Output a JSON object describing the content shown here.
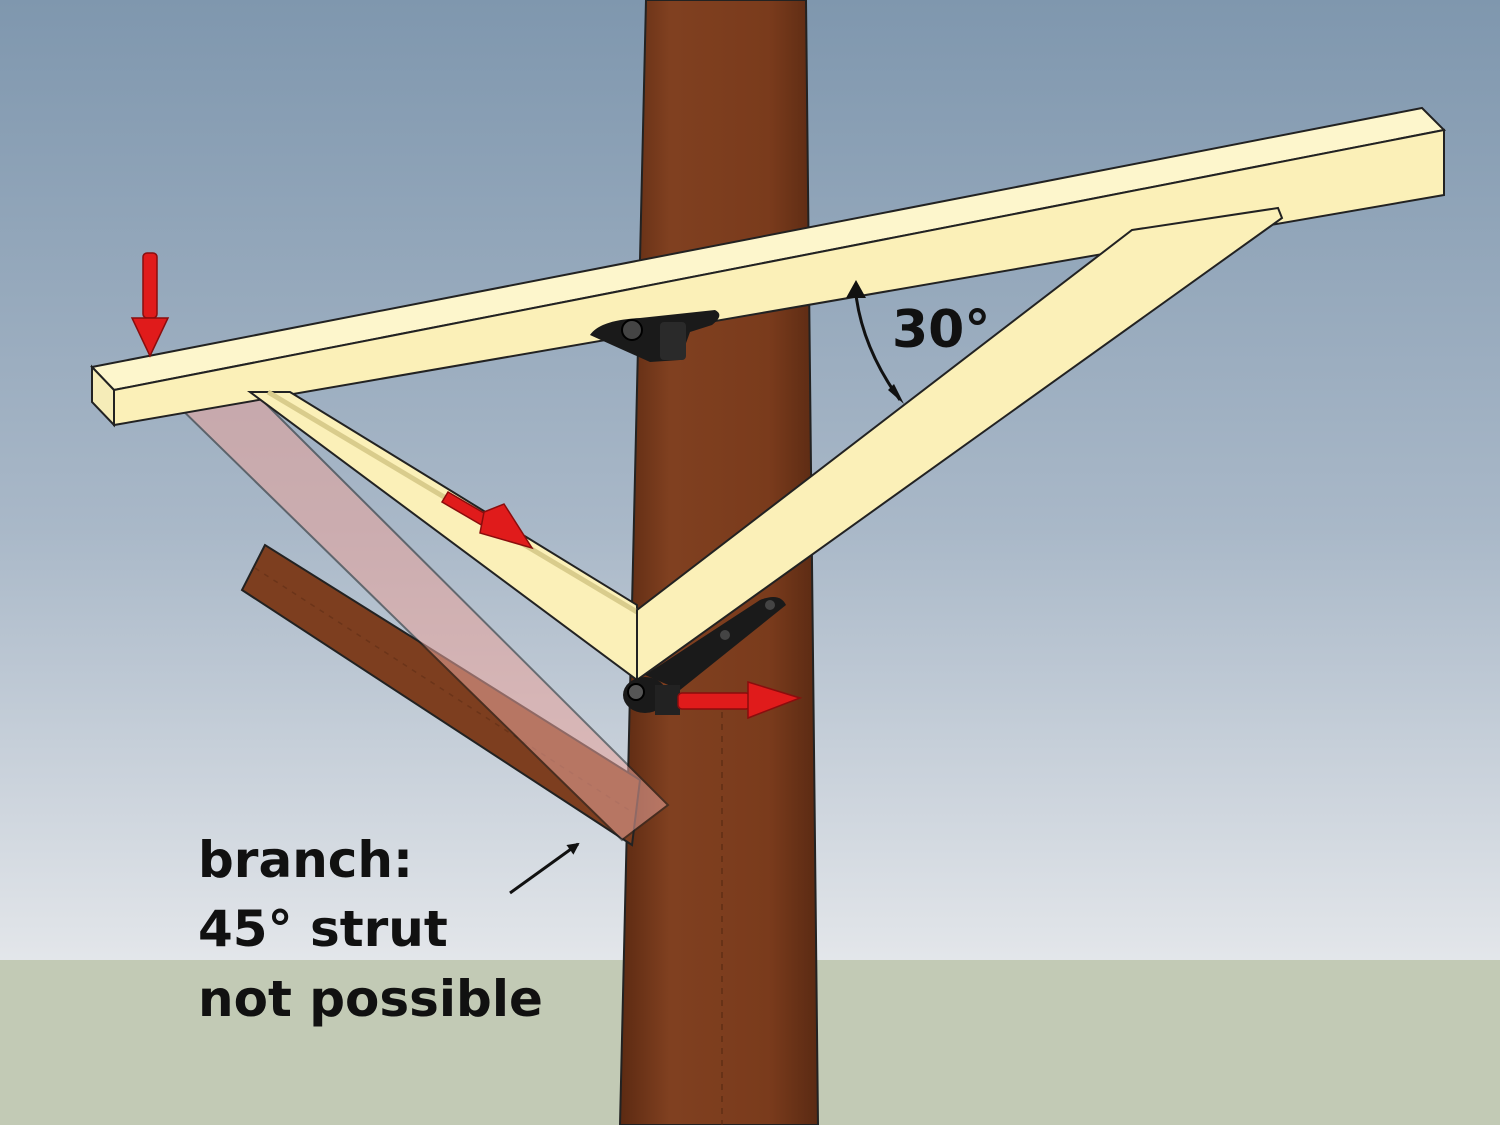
{
  "angle_annotation": {
    "text": "30°"
  },
  "note": {
    "line1": "branch:",
    "line2": "45° strut",
    "line3": "not possible"
  },
  "colors": {
    "sky_top": "#7f97ae",
    "sky_bottom": "#e3e6ea",
    "ground": "#c2cab5",
    "trunk": "#7a3c1c",
    "branch": "#7d3e1f",
    "timber": "#fbf0b8",
    "timber_shadow": "#d9cc8c",
    "force_arrow": "#e01b1b",
    "hardware": "#1a1a1a",
    "ghost_strut": "#f0b8b0"
  },
  "icons": {
    "force_arrows": "red-arrow-icon",
    "bolt": "bolt-bracket-icon"
  }
}
